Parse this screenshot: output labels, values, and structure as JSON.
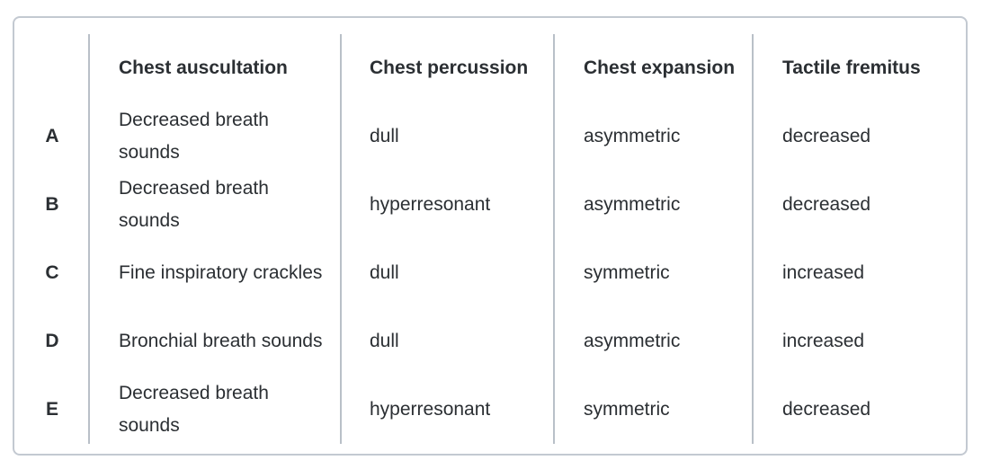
{
  "table": {
    "headers": [
      "",
      "Chest auscultation",
      "Chest percussion",
      "Chest expansion",
      "Tactile fremitus"
    ],
    "rows": [
      {
        "label": "A",
        "auscultation": "Decreased breath sounds",
        "percussion": "dull",
        "expansion": "asymmetric",
        "fremitus": "decreased"
      },
      {
        "label": "B",
        "auscultation": "Decreased breath sounds",
        "percussion": "hyperresonant",
        "expansion": "asymmetric",
        "fremitus": "decreased"
      },
      {
        "label": "C",
        "auscultation": "Fine inspiratory crackles",
        "percussion": "dull",
        "expansion": "symmetric",
        "fremitus": "increased"
      },
      {
        "label": "D",
        "auscultation": "Bronchial breath sounds",
        "percussion": "dull",
        "expansion": "asymmetric",
        "fremitus": "increased"
      },
      {
        "label": "E",
        "auscultation": "Decreased breath sounds",
        "percussion": "hyperresonant",
        "expansion": "symmetric",
        "fremitus": "decreased"
      }
    ]
  },
  "colors": {
    "border": "#c3c9d1",
    "divider": "#b9c0c8",
    "text": "#2b2f33"
  }
}
